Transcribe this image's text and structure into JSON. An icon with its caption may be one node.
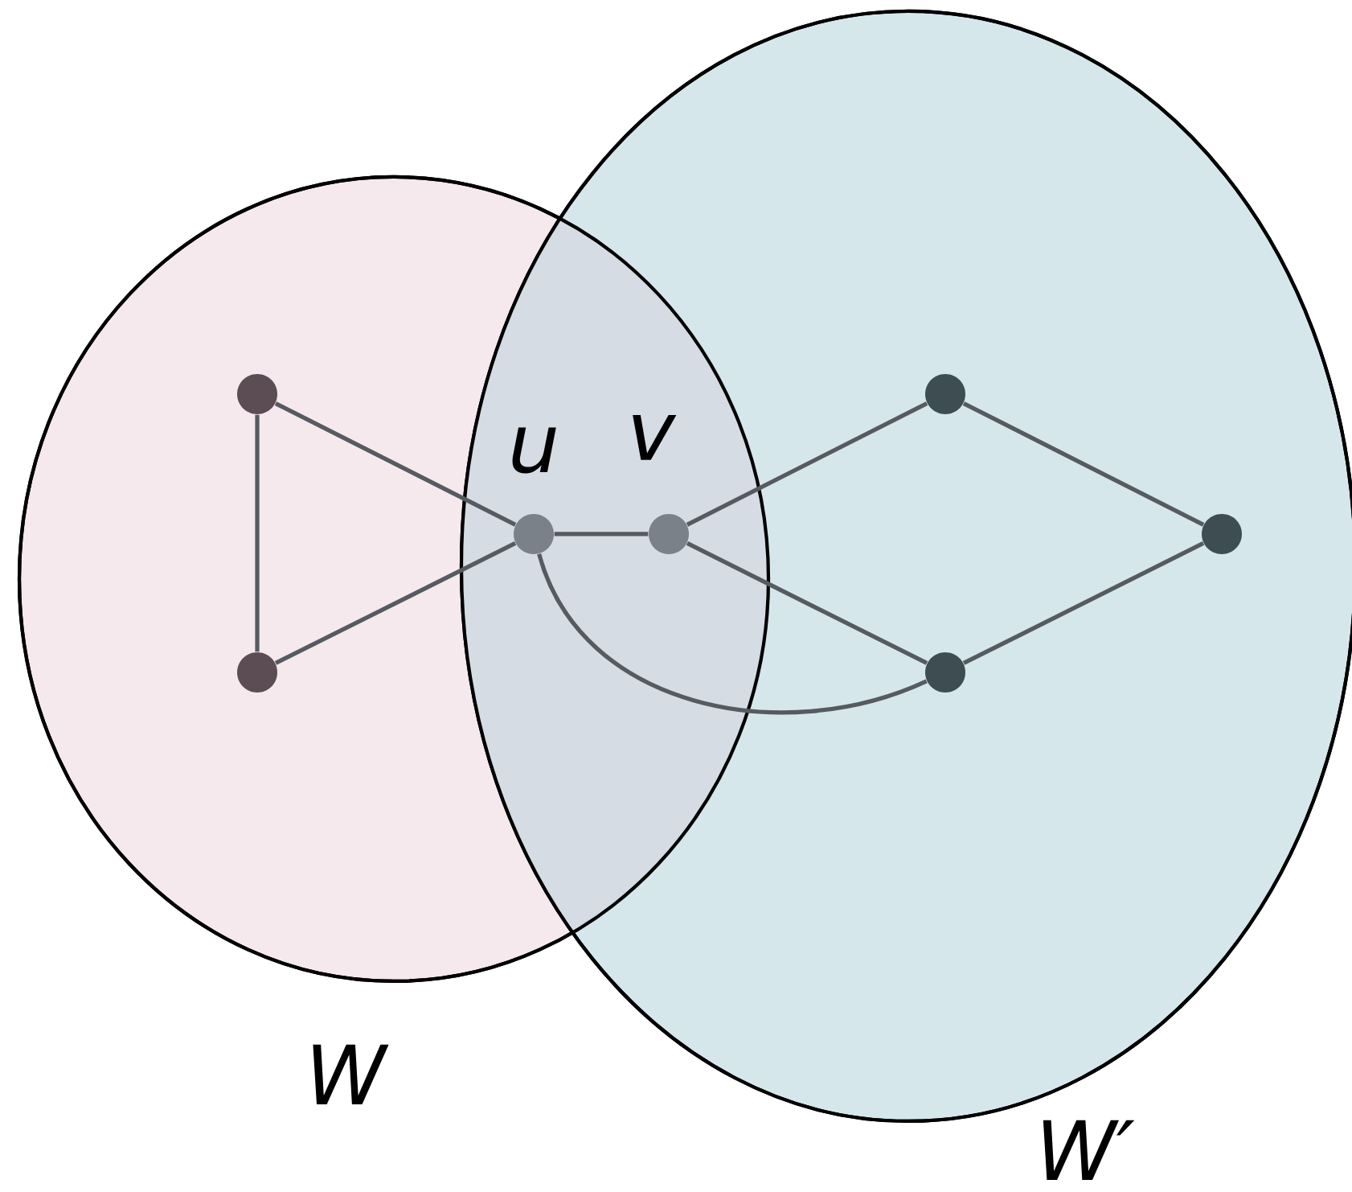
{
  "diagram": {
    "nodes": [
      {
        "text": [
          "W"
        ]
      },
      {
        "text": [
          "W′"
        ]
      },
      {
        "text": [],
        "shape": "circle",
        "in": 0
      },
      {
        "text": [],
        "shape": "circle",
        "in": 0
      },
      {
        "text": [
          "u"
        ]
      },
      {
        "text": [
          "v"
        ]
      },
      {
        "text": [],
        "shape": "circle",
        "in": 1
      },
      {
        "text": [],
        "shape": "circle",
        "in": 1
      },
      {
        "text": [],
        "shape": "circle",
        "in": 1
      }
    ],
    "edges": [
      {
        "from": 2,
        "to": 3,
        "arrow": "none"
      },
      {
        "from": 2,
        "to": 4,
        "arrow": "none"
      },
      {
        "from": 3,
        "to": 4,
        "arrow": "none"
      },
      {
        "from": 4,
        "to": 5,
        "arrow": "none"
      },
      {
        "from": 5,
        "to": 6,
        "arrow": "none"
      },
      {
        "from": 5,
        "to": 7,
        "arrow": "none"
      },
      {
        "from": 6,
        "to": 8,
        "arrow": "none"
      },
      {
        "from": 7,
        "to": 8,
        "arrow": "none"
      },
      {
        "from": 4,
        "to": 7,
        "arrow": "none"
      }
    ]
  }
}
